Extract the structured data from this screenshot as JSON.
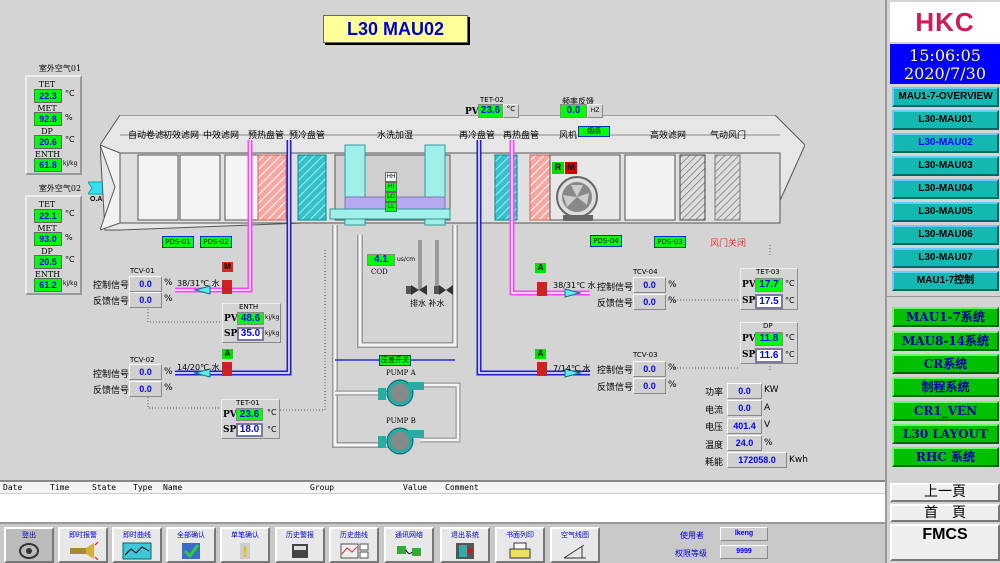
{
  "title": "L30 MAU02",
  "outdoor": [
    {
      "label": "室外空气01",
      "tet": "22.3",
      "met": "92.8",
      "dp": "20.6",
      "enth": "61.8"
    },
    {
      "label": "室外空气02",
      "tet": "22.1",
      "met": "93.0",
      "dp": "20.5",
      "enth": "61.2"
    }
  ],
  "outdoor_labels": {
    "tet": "TET",
    "met": "MET",
    "dp": "DP",
    "enth": "ENTH",
    "u_c": "°C",
    "u_pct": "%",
    "u_enth": "kj/kg"
  },
  "oa_label": "O.A.",
  "sections": [
    "自动卷滤",
    "初效滤网",
    "中效滤网",
    "预热盘管",
    "预冷盘管",
    "水洗加湿",
    "再冷盘管",
    "再热盘管",
    "风机",
    "高效滤网",
    "气动风门"
  ],
  "fan_status": "烟感",
  "fan_r": "R",
  "fan_m": "M",
  "pds": [
    "PDS-01",
    "PDS-02",
    "PDS-04",
    "PDS-03"
  ],
  "damper_status": "风门关闭",
  "level": [
    "HH",
    "HI",
    "LO",
    "LL"
  ],
  "tet02": {
    "name": "TET-02",
    "pv_label": "PV",
    "pv": "23.6",
    "unit": "°C"
  },
  "freq": {
    "label": "频率反馈",
    "value": "0.0",
    "unit": "HZ"
  },
  "cod": {
    "value": "4.1",
    "unit": "us/cm",
    "label": "COD"
  },
  "drain_label": "排水 补水",
  "pressure_switch": "压差开关",
  "pump_a": "PUMP A",
  "pump_b": "PUMP B",
  "tcv01": {
    "name": "TCV-01",
    "ctrl_label": "控制信号",
    "fb_label": "反馈信号",
    "ctrl": "0.0",
    "fb": "0.0",
    "unit": "%",
    "water": "38/31℃ 水",
    "mode": "M"
  },
  "tcv02": {
    "name": "TCV-02",
    "ctrl_label": "控制信号",
    "fb_label": "反馈信号",
    "ctrl": "0.0",
    "fb": "0.0",
    "unit": "%",
    "water": "14/20℃ 水",
    "mode": "A"
  },
  "tcv04": {
    "name": "TCV-04",
    "ctrl_label": "控制信号",
    "fb_label": "反馈信号",
    "ctrl": "0.0",
    "fb": "0.0",
    "unit": "%",
    "water": "38/31℃ 水",
    "mode": "A"
  },
  "tcv03": {
    "name": "TCV-03",
    "ctrl_label": "控制信号",
    "fb_label": "反馈信号",
    "ctrl": "0.0",
    "fb": "0.0",
    "unit": "%",
    "water": "7/14℃ 水",
    "mode": "A"
  },
  "enth": {
    "name": "ENTH",
    "pv_label": "PV",
    "sp_label": "SP",
    "pv": "48.6",
    "sp": "35.0",
    "unit": "kj/kg"
  },
  "tet01": {
    "name": "TET-01",
    "pv_label": "PV",
    "sp_label": "SP",
    "pv": "23.6",
    "sp": "18.0",
    "unit": "°C"
  },
  "tet03": {
    "name": "TET-03",
    "pv_label": "PV",
    "sp_label": "SP",
    "pv": "17.7",
    "sp": "17.5",
    "unit": "°C"
  },
  "dp": {
    "name": "DP",
    "pv_label": "PV",
    "sp_label": "SP",
    "pv": "11.8",
    "sp": "11.6",
    "unit": "°C"
  },
  "power": [
    {
      "label": "功率",
      "value": "0.0",
      "unit": "KW"
    },
    {
      "label": "电流",
      "value": "0.0",
      "unit": "A"
    },
    {
      "label": "电压",
      "value": "401.4",
      "unit": "V"
    },
    {
      "label": "温度",
      "value": "24.0",
      "unit": "%"
    },
    {
      "label": "耗能",
      "value": "172058.0",
      "unit": "Kwh"
    }
  ],
  "right": {
    "logo": "HKC",
    "time": "15:06:05",
    "date": "2020/7/30",
    "nav": [
      "MAU1-7-OVERVIEW",
      "L30-MAU01",
      "L30-MAU02",
      "L30-MAU03",
      "L30-MAU04",
      "L30-MAU05",
      "L30-MAU06",
      "L30-MAU07",
      "MAU1-7控制"
    ],
    "systems": [
      "MAU1-7系统",
      "MAU8-14系统",
      "CR系统",
      "制程系统",
      "CR1_VEN",
      "L30 LAYOUT",
      "RHC 系统"
    ],
    "prev": "上一頁",
    "home": "首　頁",
    "fmcs": "FMCS"
  },
  "alarm_columns": [
    "Date",
    "Time",
    "State",
    "Type",
    "Name",
    "Group",
    "Value",
    "Comment"
  ],
  "toolbar": [
    "登出",
    "即时报警",
    "即时曲线",
    "全部确认",
    "单笔确认",
    "历史警报",
    "历史曲线",
    "通讯网络",
    "退出系统",
    "书面列印",
    "空气线图"
  ],
  "user": {
    "user_label": "使用者",
    "user": "lkeng",
    "level_label": "权限等级",
    "level": "9999"
  }
}
